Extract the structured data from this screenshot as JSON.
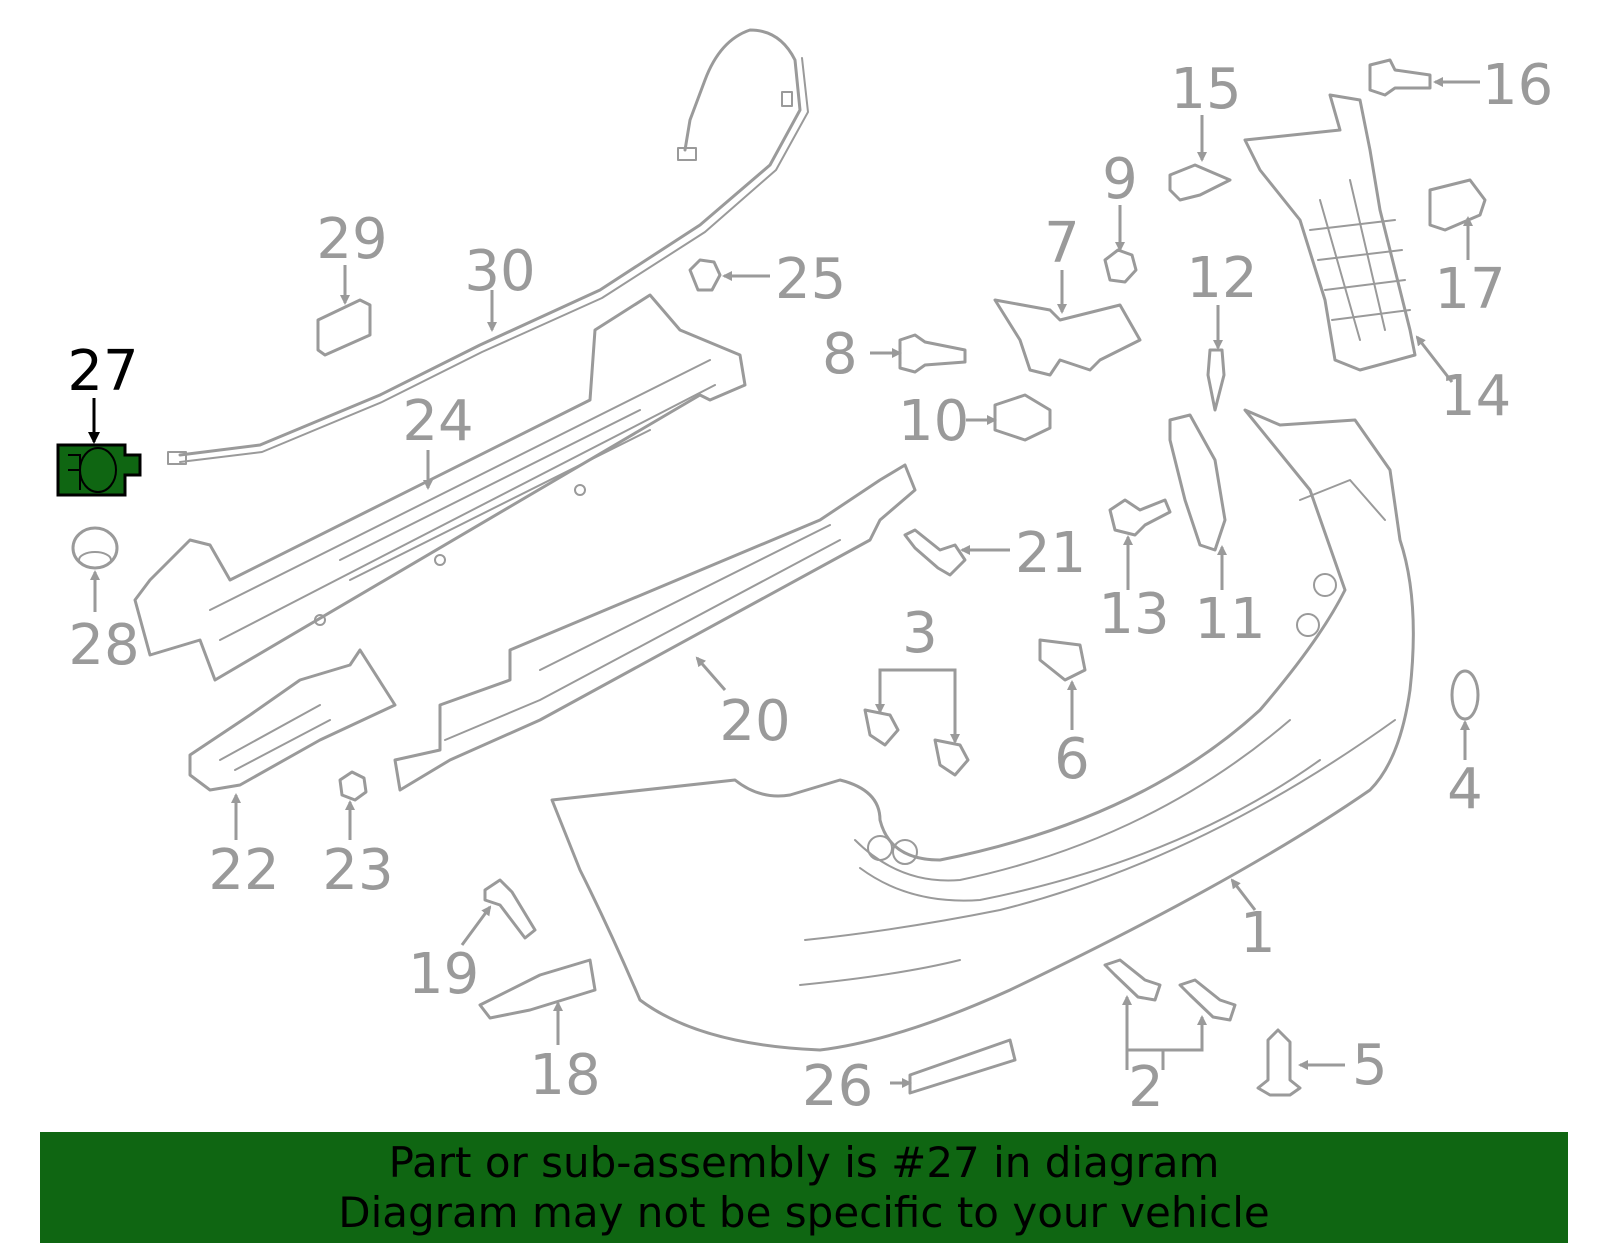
{
  "highlight_color": "#0f6612",
  "text_color_normal": "#9a9a9a",
  "callouts": {
    "c1": "1",
    "c2": "2",
    "c3": "3",
    "c4": "4",
    "c5": "5",
    "c6": "6",
    "c7": "7",
    "c8": "8",
    "c9": "9",
    "c10": "10",
    "c11": "11",
    "c12": "12",
    "c13": "13",
    "c14": "14",
    "c15": "15",
    "c16": "16",
    "c17": "17",
    "c18": "18",
    "c19": "19",
    "c20": "20",
    "c21": "21",
    "c22": "22",
    "c23": "23",
    "c24": "24",
    "c25": "25",
    "c26": "26",
    "c27": "27",
    "c28": "28",
    "c29": "29",
    "c30": "30"
  },
  "highlighted_part": "27",
  "banner": {
    "line1": "Part or sub-assembly is #27 in diagram",
    "line2": "Diagram may not be specific to your vehicle"
  }
}
